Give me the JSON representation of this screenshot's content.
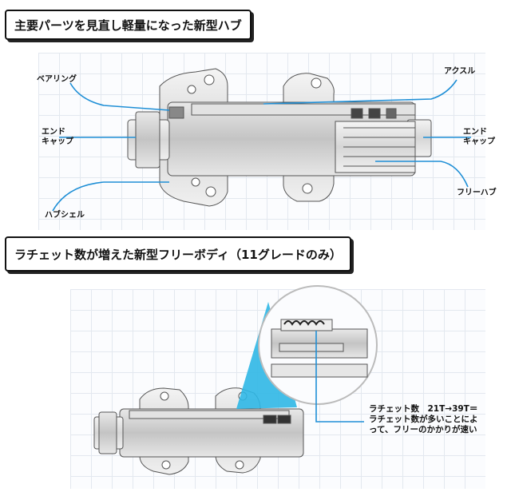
{
  "section1": {
    "title": "主要パーツを見直し軽量になった新型ハブ",
    "labels": {
      "bearing": "ベアリング",
      "end_cap_left": "エンド\nキャップ",
      "hub_shell": "ハブシェル",
      "axle": "アクスル",
      "end_cap_right": "エンド\nキャップ",
      "free_hub": "フリーハブ"
    }
  },
  "section2": {
    "title": "ラチェット数が増えた新型フリーボディ（11グレードのみ）",
    "note": "ラチェット数　21T→39T＝\nラチェット数が多いことによ\nって、フリーのかかりが速い"
  },
  "colors": {
    "leader_blue": "#1f8fd6",
    "callout_cyan": "#2fb7e6",
    "title_border": "#111111"
  }
}
